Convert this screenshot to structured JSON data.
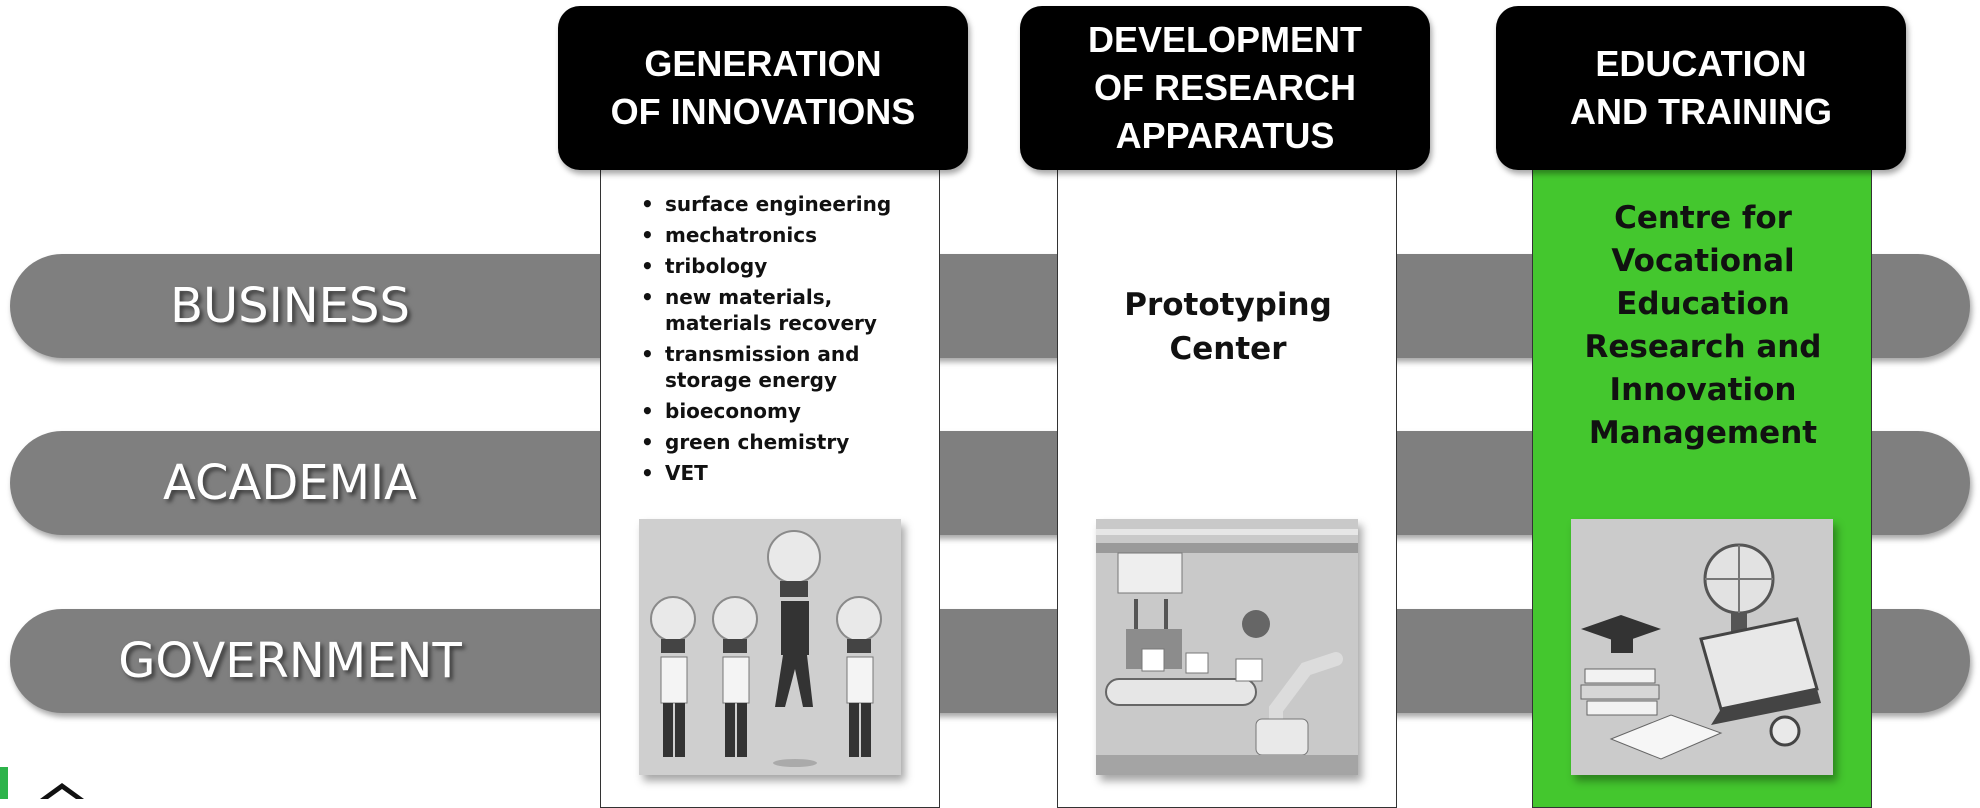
{
  "bands": [
    {
      "label": "BUSINESS"
    },
    {
      "label": "ACADEMIA"
    },
    {
      "label": "GOVERNMENT"
    }
  ],
  "columns": [
    {
      "header": [
        "GENERATION",
        "OF INNOVATIONS"
      ],
      "topics": [
        "surface engineering",
        "mechatronics",
        "tribology",
        "new materials, materials recovery",
        "transmission and storage energy",
        "bioeconomy",
        "green chemistry",
        "VET"
      ],
      "image": "lightbulb-people-illustration"
    },
    {
      "header": [
        "DEVELOPMENT",
        "OF RESEARCH",
        "APPARATUS"
      ],
      "center_text": [
        "Prototyping",
        "Center"
      ],
      "image": "factory-robot-arm-illustration"
    },
    {
      "header": [
        "EDUCATION",
        "AND TRAINING"
      ],
      "center_text": [
        "Centre for",
        "Vocational",
        "Education",
        "Research and",
        "Innovation",
        "Management"
      ],
      "image": "education-books-laptop-illustration"
    }
  ],
  "colors": {
    "band": "#7f7f7f",
    "header_bg": "#000000",
    "highlight_green": "#44c72e",
    "logo_green": "#2db34a"
  }
}
